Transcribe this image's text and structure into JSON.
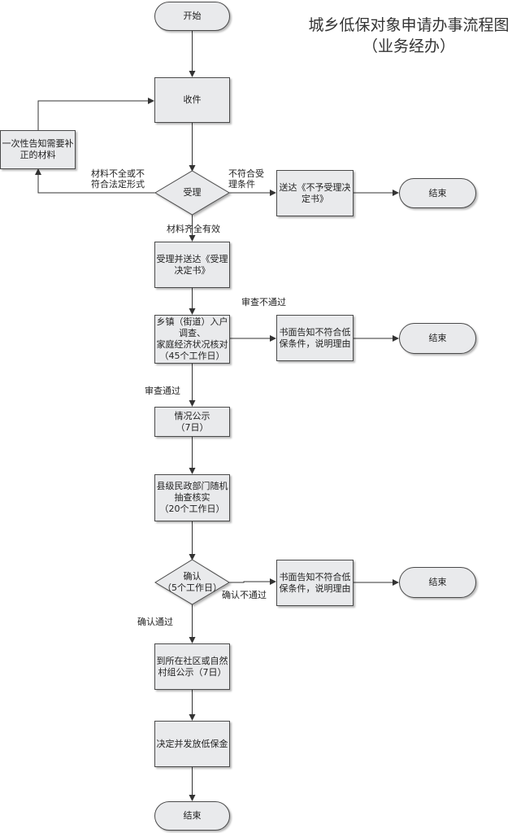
{
  "title": {
    "line1": "城乡低保对象申请办事流程图",
    "line2": "（业务经办）"
  },
  "nodes": {
    "start": "开始",
    "receive": "收件",
    "notify_once": "一次性告知需要补\n正的材料",
    "accept": "受理",
    "deliver_reject": "送达《不予受理决\n定书》",
    "end1": "结束",
    "deliver_accept": "受理并送达《受理\n决定书》",
    "survey": "乡镇（街道）入户\n调查、\n家庭经济状况核对\n（45个工作日）",
    "written_notice1": "书面告知不符合低\n保条件，说明理由",
    "end2": "结束",
    "publicity": "情况公示\n（7日）",
    "county_check": "县级民政部门随机\n抽查核实\n（20个工作日）",
    "confirm": "确认\n（5个工作日）",
    "written_notice2": "书面告知不符合低\n保条件，说明理由",
    "end3": "结束",
    "community_publicity": "到所在社区或自然\n村组公示（7日）",
    "issue_allowance": "决定并发放低保金",
    "end4": "结束"
  },
  "edge_labels": {
    "incomplete": "材料不全或不\n符合法定形式",
    "not_eligible": "不符合受\n理条件",
    "complete": "材料齐全有效",
    "review_failed": "审查不通过",
    "review_passed": "审查通过",
    "confirm_failed": "确认不通过",
    "confirm_passed": "确认通过"
  }
}
